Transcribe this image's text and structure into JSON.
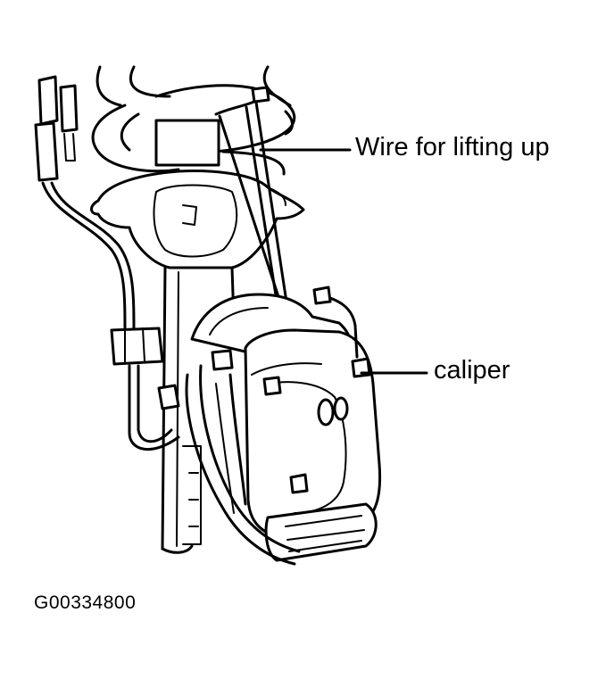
{
  "diagram": {
    "callouts": {
      "wire": "Wire for lifting up",
      "caliper": "caliper"
    },
    "figure_code": "G00334800",
    "colors": {
      "ink": "#000000",
      "paper": "#ffffff"
    }
  }
}
